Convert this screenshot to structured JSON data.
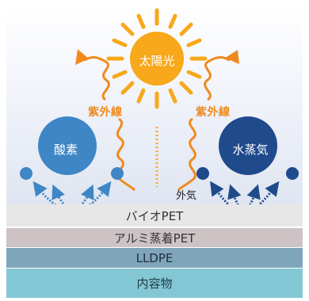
{
  "diagram": {
    "sun_label": "太陽光",
    "uv_label_left": "紫外線",
    "uv_label_right": "紫外線",
    "oxygen_label": "酸素",
    "water_vapor_label": "水蒸気",
    "outside_air_label": "外気",
    "layers": [
      "バイオPET",
      "アルミ蒸着PET",
      "LLDPE",
      "内容物"
    ]
  },
  "colors": {
    "sun": "#f7a81b",
    "uv_arrow": "#f08a1e",
    "oxygen_circle": "#3e86c6",
    "water_vapor_circle": "#1f4a8c",
    "layer_bio_pet": "#e7e7e7",
    "layer_alu_pet": "#cdc3c5",
    "layer_lldpe": "#7fa5bb",
    "layer_contents": "#84c7d4"
  },
  "icons": {
    "sun": "sun-icon",
    "uv_wave": "wavy-arrow-icon",
    "gas_molecule": "circle-icon",
    "dotted_arrow": "dotted-arrow-icon"
  }
}
